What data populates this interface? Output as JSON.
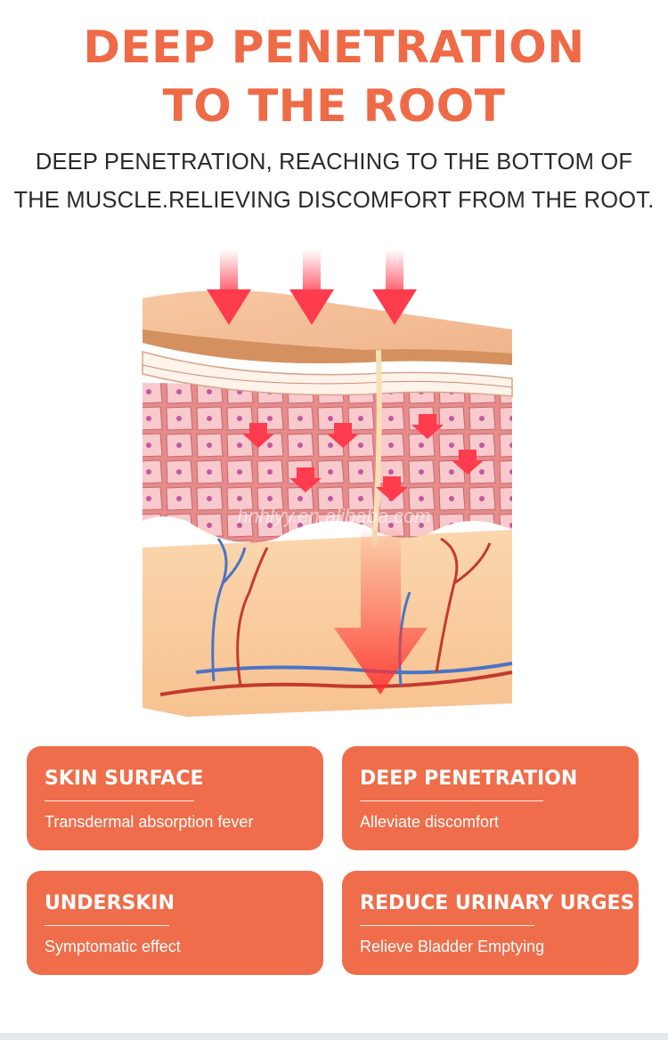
{
  "header": {
    "title_line1": "DEEP PENETRATION",
    "title_line2": "TO THE ROOT",
    "subtitle_line1": "DEEP PENETRATION, REACHING TO THE BOTTOM OF",
    "subtitle_line2": "THE MUSCLE.RELIEVING DISCOMFORT FROM THE ROOT."
  },
  "illustration": {
    "watermark": "hnhlyy.en.alibaba.com",
    "icon": "skin-cross-section-diagram"
  },
  "cards": [
    {
      "title": "SKIN SURFACE",
      "desc": "Transdermal absorption fever"
    },
    {
      "title": "DEEP PENETRATION",
      "desc": "Alleviate discomfort"
    },
    {
      "title": "UNDERSKIN",
      "desc": "Symptomatic effect"
    },
    {
      "title": "REDUCE URINARY URGES",
      "desc": "Relieve Bladder Emptying"
    }
  ],
  "colors": {
    "accent": "#ef6a46",
    "card_bg": "#ef6d4a",
    "text_dark": "#2a2a2a"
  }
}
